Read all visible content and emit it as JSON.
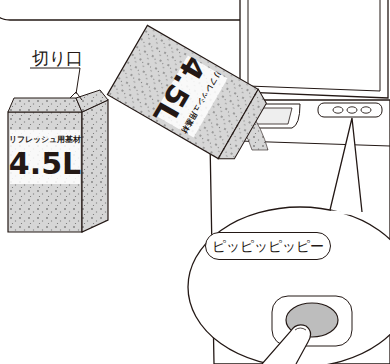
{
  "diagram": {
    "nodes": [
      {
        "text": [
          "ピッピッピッピー"
        ]
      }
    ],
    "labels": [
      "切り口",
      "リフレッシュ用基材",
      "4.5L",
      "リフレッシュ用基材",
      "4.5L"
    ]
  }
}
